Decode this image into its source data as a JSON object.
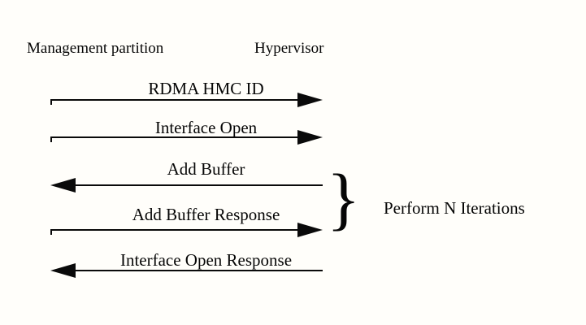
{
  "diagram": {
    "actors": [
      {
        "label": "Management partition"
      },
      {
        "label": "Hypervisor"
      }
    ],
    "messages": [
      {
        "label": "RDMA HMC ID",
        "direction": "left-to-right"
      },
      {
        "label": "Interface Open",
        "direction": "left-to-right"
      },
      {
        "label": "Add Buffer",
        "direction": "right-to-left"
      },
      {
        "label": "Add Buffer Response",
        "direction": "left-to-right"
      },
      {
        "label": "Interface Open Response",
        "direction": "right-to-left"
      }
    ],
    "group": {
      "brace": "}",
      "label": "Perform N Iterations",
      "spans_messages": [
        "Add Buffer",
        "Add Buffer Response"
      ]
    },
    "colors": {
      "ink": "#0a0a0a",
      "background": "#fffefa"
    }
  }
}
